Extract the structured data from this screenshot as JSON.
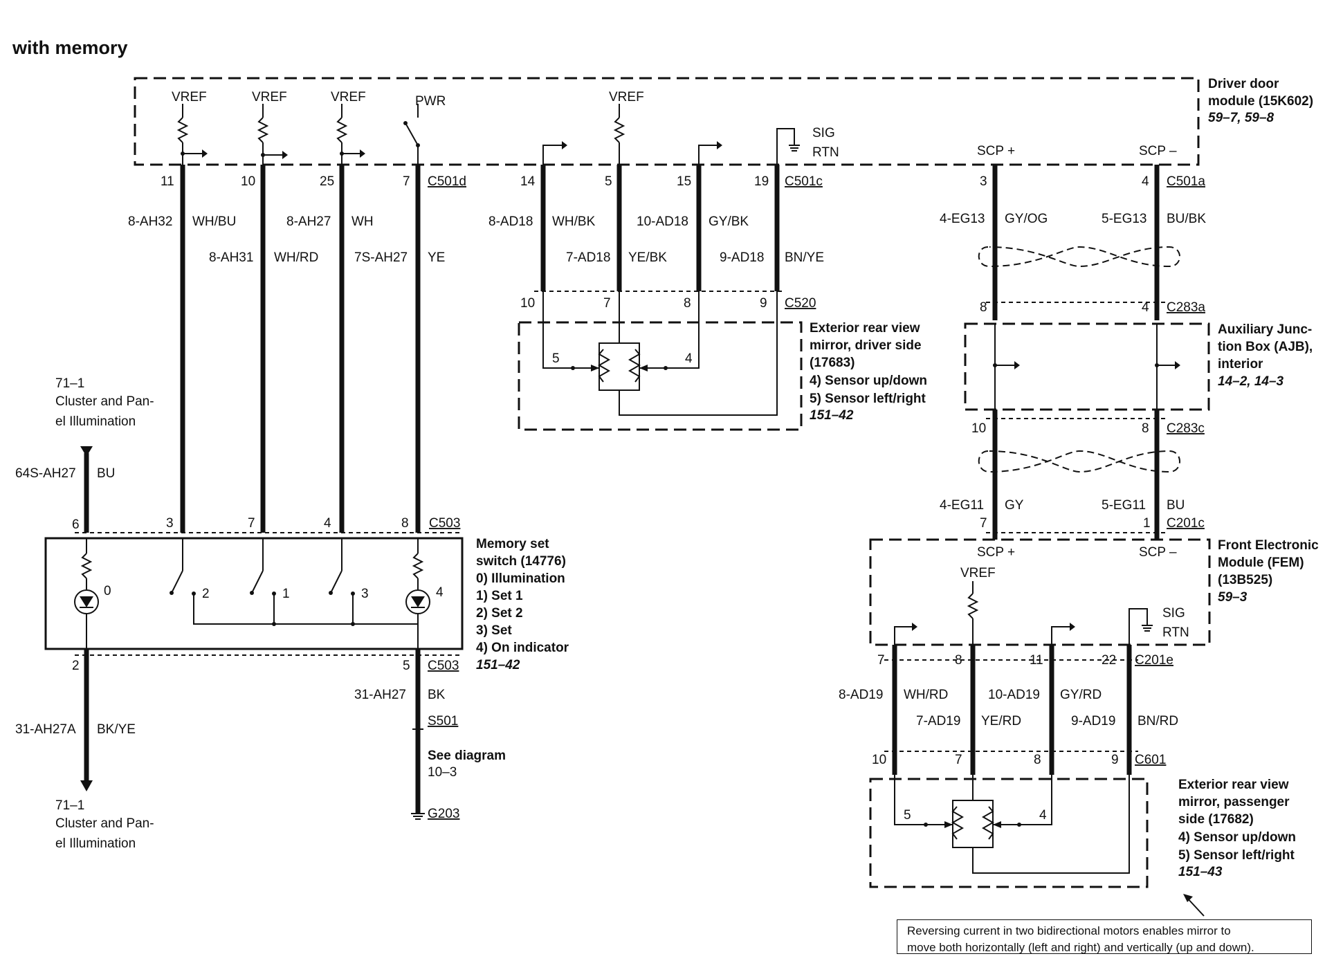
{
  "title": "with memory",
  "modules": {
    "driver_door": {
      "name_l1": "Driver door",
      "name_l2": "module (15K602)",
      "ref": "59–7, 59–8"
    },
    "mirror_driver": {
      "l1": "Exterior rear view",
      "l2": "mirror, driver side",
      "l3": "(17683)",
      "l4": "4)   Sensor up/down",
      "l5": "5)   Sensor left/right",
      "ref": "151–42"
    },
    "ajb": {
      "l1": "Auxiliary Junc-",
      "l2": "tion Box (AJB),",
      "l3": "interior",
      "ref": "14–2, 14–3"
    },
    "fem": {
      "l1": "Front Electronic",
      "l2": "Module (FEM)",
      "l3": "(13B525)",
      "ref": "59–3"
    },
    "mirror_pass": {
      "l1": "Exterior rear view",
      "l2": "mirror, passenger",
      "l3": "side (17682)",
      "l4": "4)   Sensor up/down",
      "l5": "5)   Sensor left/right",
      "ref": "151–43"
    },
    "memory_switch": {
      "l1": "Memory set",
      "l2": "switch (14776)",
      "l3": "0)   Illumination",
      "l4": "1)   Set 1",
      "l5": "2)   Set 2",
      "l6": "3)   Set",
      "l7": "4)   On indicator",
      "ref": "151–42"
    }
  },
  "module_labels": {
    "vref": "VREF",
    "pwr": "PWR",
    "sig": "SIG",
    "rtn": "RTN",
    "scp_plus": "SCP +",
    "scp_minus": "SCP –"
  },
  "connectors": {
    "c501d": "C501d",
    "c501c": "C501c",
    "c501a": "C501a",
    "c520": "C520",
    "c283a": "C283a",
    "c283c": "C283c",
    "c201c": "C201c",
    "c503_top": "C503",
    "c503_bot": "C503",
    "c201e": "C201e",
    "c601": "C601",
    "s501": "S501",
    "g203": "G203"
  },
  "pins": {
    "dd_11": "11",
    "dd_10": "10",
    "dd_25": "25",
    "dd_7": "7",
    "dd_14": "14",
    "dd_5": "5",
    "dd_15": "15",
    "dd_19": "19",
    "dd_3": "3",
    "dd_4": "4",
    "c520_10": "10",
    "c520_7": "7",
    "c520_8": "8",
    "c520_9": "9",
    "mir_5": "5",
    "mir_4": "4",
    "c283a_8": "8",
    "c283a_4": "4",
    "c283c_10": "10",
    "c283c_8": "8",
    "c201c_7": "7",
    "c201c_1": "1",
    "sw_6": "6",
    "sw_3": "3",
    "sw_7": "7",
    "sw_4": "4",
    "sw_8": "8",
    "sw_2": "2",
    "sw_5": "5",
    "sw_c0": "0",
    "sw_c2": "2",
    "sw_c1": "1",
    "sw_c3": "3",
    "sw_c4": "4",
    "fem_7": "7",
    "fem_8": "8",
    "fem_11": "11",
    "fem_22": "22",
    "c601_10": "10",
    "c601_7": "7",
    "c601_8": "8",
    "c601_9": "9",
    "pm_5": "5",
    "pm_4": "4"
  },
  "wires": {
    "w1": {
      "circuit": "8-AH32",
      "color": "WH/BU"
    },
    "w2": {
      "circuit": "8-AH31",
      "color": "WH/RD"
    },
    "w3": {
      "circuit": "8-AH27",
      "color": "WH"
    },
    "w4": {
      "circuit": "7S-AH27",
      "color": "YE"
    },
    "w5": {
      "circuit": "8-AD18",
      "color": "WH/BK"
    },
    "w6": {
      "circuit": "7-AD18",
      "color": "YE/BK"
    },
    "w7": {
      "circuit": "10-AD18",
      "color": "GY/BK"
    },
    "w8": {
      "circuit": "9-AD18",
      "color": "BN/YE"
    },
    "w9": {
      "circuit": "4-EG13",
      "color": "GY/OG"
    },
    "w10": {
      "circuit": "5-EG13",
      "color": "BU/BK"
    },
    "w11": {
      "circuit": "4-EG11",
      "color": "GY"
    },
    "w12": {
      "circuit": "5-EG11",
      "color": "BU"
    },
    "w13": {
      "circuit": "64S-AH27",
      "color": "BU"
    },
    "w14": {
      "circuit": "31-AH27A",
      "color": "BK/YE"
    },
    "w15": {
      "circuit": "31-AH27",
      "color": "BK"
    },
    "w16": {
      "circuit": "8-AD19",
      "color": "WH/RD"
    },
    "w17": {
      "circuit": "7-AD19",
      "color": "YE/RD"
    },
    "w18": {
      "circuit": "10-AD19",
      "color": "GY/RD"
    },
    "w19": {
      "circuit": "9-AD19",
      "color": "BN/RD"
    }
  },
  "cluster_top": {
    "ref": "71–1",
    "l1": "Cluster and Pan-",
    "l2": "el Illumination"
  },
  "cluster_bot": {
    "ref": "71–1",
    "l1": "Cluster and Pan-",
    "l2": "el Illumination"
  },
  "see_diagram": {
    "l1": "See diagram",
    "l2": "10–3"
  },
  "note": {
    "l1": "Reversing current in two bidirectional motors enables mirror to",
    "l2": "move both horizontally (left and right) and vertically (up and down)."
  }
}
